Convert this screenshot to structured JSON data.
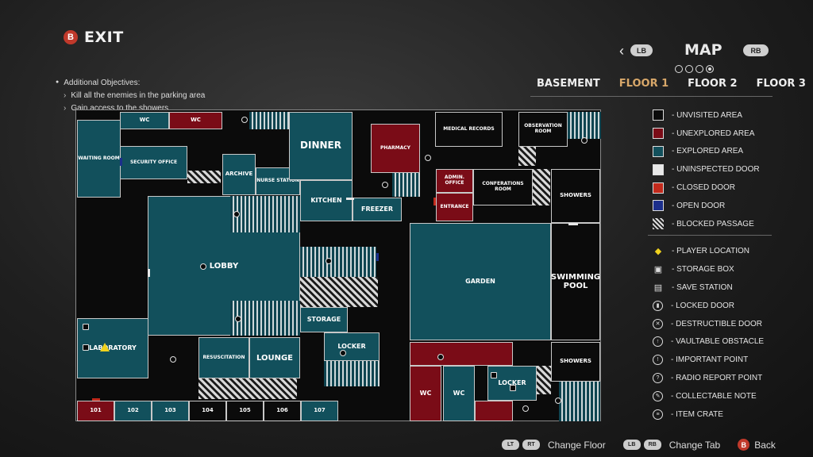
{
  "exit": {
    "button": "B",
    "label": "EXIT"
  },
  "objectives": {
    "heading": "Additional Objectives:",
    "items": [
      "Kill all the enemies in the parking area",
      "Gain access to the showers"
    ]
  },
  "map_header": {
    "prev_button": "LB",
    "title": "MAP",
    "next_button": "RB",
    "page_count": 4,
    "active_page": 4
  },
  "floors": {
    "tabs": [
      "BASEMENT",
      "FLOOR 1",
      "FLOOR 2",
      "FLOOR 3"
    ],
    "active": "FLOOR 1"
  },
  "rooms": {
    "wc_top1": "WC",
    "wc_top2": "WC",
    "waiting": "WAITING ROOM",
    "security": "SECURITY OFFICE",
    "archive": "ARCHIVE",
    "nurse": "NURSE STATION",
    "dinner": "DINNER",
    "kitchen": "KITCHEN",
    "freezer": "FREEZER",
    "pharmacy": "PHARMACY",
    "medical": "MEDICAL RECORDS",
    "observation": "OBSERVATION ROOM",
    "admin": "ADMIN. OFFICE",
    "conference": "CONFERATIONS ROOM",
    "entrance": "ENTRANCE",
    "showers1": "SHOWERS",
    "lobby": "LOBBY",
    "garden": "GARDEN",
    "pool": "SWIMMING POOL",
    "storage": "STORAGE",
    "laboratory": "LABORATORY",
    "resuscitation": "RESUSCITATION",
    "lounge": "LOUNGE",
    "locker1": "LOCKER",
    "wc_b1": "WC",
    "wc_b2": "WC",
    "locker2": "LOCKER",
    "showers2": "SHOWERS",
    "r101": "101",
    "r102": "102",
    "r103": "103",
    "r104": "104",
    "r105": "105",
    "r106": "106",
    "r107": "107"
  },
  "legend": {
    "areas": [
      {
        "label": "UNVISITED AREA",
        "color": "#0b0b0b"
      },
      {
        "label": "UNEXPLORED AREA",
        "color": "#7a0c17"
      },
      {
        "label": "EXPLORED AREA",
        "color": "#12505c"
      },
      {
        "label": "UNINSPECTED DOOR",
        "color": "#e8e8e8"
      },
      {
        "label": "CLOSED DOOR",
        "color": "#c22a1c"
      },
      {
        "label": "OPEN DOOR",
        "color": "#1c2f8c"
      },
      {
        "label": "BLOCKED PASSAGE",
        "color": "striped"
      }
    ],
    "markers": [
      {
        "label": "PLAYER LOCATION",
        "icon": "player-location-icon"
      },
      {
        "label": "STORAGE BOX",
        "icon": "storage-box-icon"
      },
      {
        "label": "SAVE STATION",
        "icon": "save-station-icon"
      },
      {
        "label": "LOCKED DOOR",
        "icon": "locked-door-icon"
      },
      {
        "label": "DESTRUCTIBLE DOOR",
        "icon": "destructible-door-icon"
      },
      {
        "label": "VAULTABLE OBSTACLE",
        "icon": "vaultable-obstacle-icon"
      },
      {
        "label": "IMPORTANT POINT",
        "icon": "important-point-icon"
      },
      {
        "label": "RADIO REPORT POINT",
        "icon": "radio-report-icon"
      },
      {
        "label": "COLLECTABLE NOTE",
        "icon": "collectable-note-icon"
      },
      {
        "label": "ITEM CRATE",
        "icon": "item-crate-icon"
      }
    ]
  },
  "footer": {
    "floor_buttons": [
      "LT",
      "RT"
    ],
    "floor_label": "Change Floor",
    "tab_buttons": [
      "LB",
      "RB"
    ],
    "tab_label": "Change Tab",
    "back_button": "B",
    "back_label": "Back"
  },
  "colors": {
    "explored": "#12505c",
    "unexplored": "#7a0c17",
    "active_tab": "#d9a86a",
    "player": "#f0d21e"
  }
}
